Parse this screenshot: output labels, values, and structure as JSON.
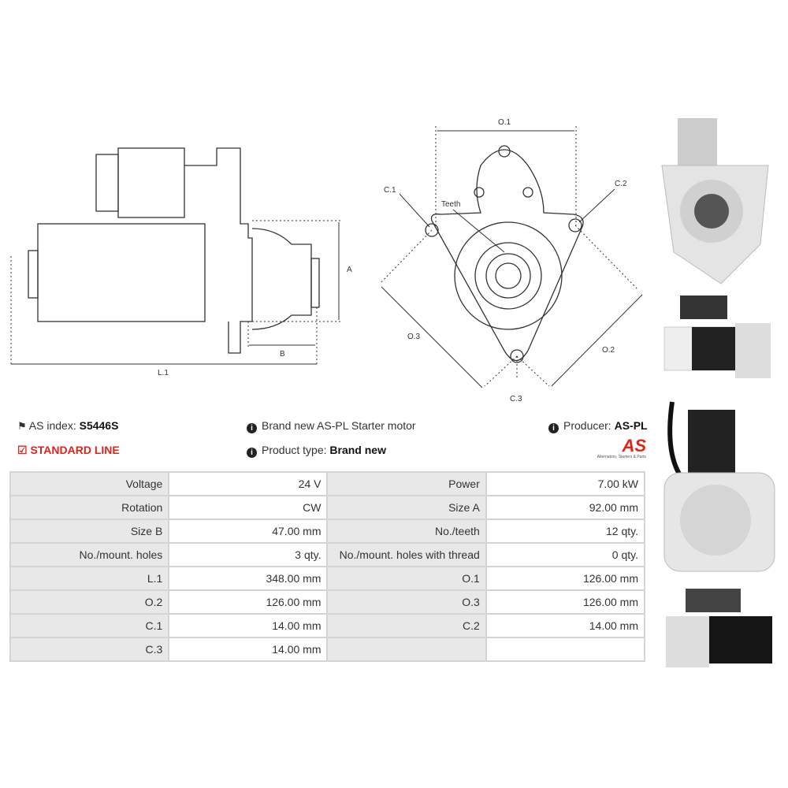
{
  "drawing_labels": {
    "a": "A",
    "b": "B",
    "l1": "L.1",
    "o1": "O.1",
    "o2": "O.2",
    "o3": "O.3",
    "c1": "C.1",
    "c2": "C.2",
    "c3": "C.3",
    "teeth": "Teeth"
  },
  "info": {
    "as_index_label": "AS index:",
    "as_index_value": "S5446S",
    "line": "STANDARD LINE",
    "description": "Brand new AS-PL Starter motor",
    "product_type_label": "Product type:",
    "product_type_value": "Brand new",
    "producer_label": "Producer:",
    "producer_value": "AS-PL",
    "logo_text": "AS",
    "logo_tagline": "Alternators, Starters & Parts",
    "accent_color": "#e2231a"
  },
  "specs": [
    [
      {
        "k": "Voltage",
        "v": "24 V"
      },
      {
        "k": "Power",
        "v": "7.00 kW"
      }
    ],
    [
      {
        "k": "Rotation",
        "v": "CW"
      },
      {
        "k": "Size A",
        "v": "92.00 mm"
      }
    ],
    [
      {
        "k": "Size B",
        "v": "47.00 mm"
      },
      {
        "k": "No./teeth",
        "v": "12 qty."
      }
    ],
    [
      {
        "k": "No./mount. holes",
        "v": "3 qty."
      },
      {
        "k": "No./mount. holes with thread",
        "v": "0 qty."
      }
    ],
    [
      {
        "k": "L.1",
        "v": "348.00 mm"
      },
      {
        "k": "O.1",
        "v": "126.00 mm"
      }
    ],
    [
      {
        "k": "O.2",
        "v": "126.00 mm"
      },
      {
        "k": "O.3",
        "v": "126.00 mm"
      }
    ],
    [
      {
        "k": "C.1",
        "v": "14.00 mm"
      },
      {
        "k": "C.2",
        "v": "14.00 mm"
      }
    ],
    [
      {
        "k": "C.3",
        "v": "14.00 mm"
      },
      {
        "k": "",
        "v": ""
      }
    ]
  ]
}
